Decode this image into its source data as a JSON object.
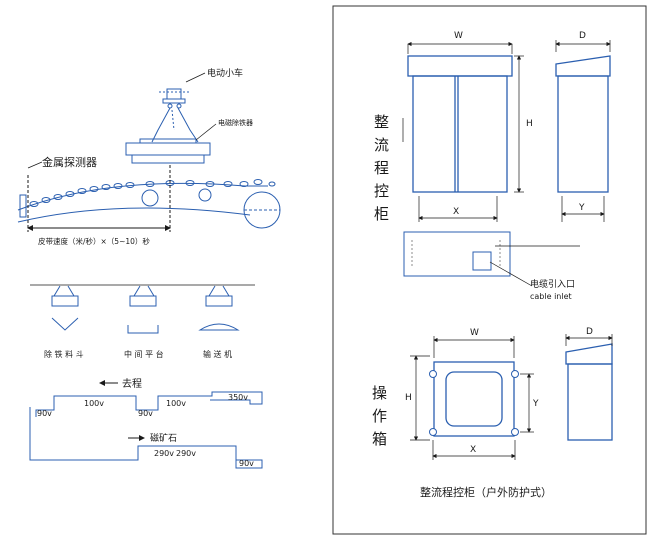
{
  "left": {
    "trolley_label": "电动小车",
    "trolley_sub_label": "电磁除铁器",
    "detector_label": "金属探测器",
    "speed_formula": "皮带速度（米/秒）×（5~10）秒",
    "modes": [
      {
        "label": "除 铁 料 斗"
      },
      {
        "label": "中 间 平 台"
      },
      {
        "label": "输 送 机"
      }
    ],
    "timing": {
      "go_label": "去程",
      "return_label": "磁矿石",
      "v_90a": "90v",
      "v_100a": "100v",
      "v_90b": "90v",
      "v_100b": "100v",
      "v_350": "350v",
      "v_290a": "290v",
      "v_290b": "290v",
      "v_90c": "90v"
    }
  },
  "right": {
    "dim_w": "W",
    "dim_d": "D",
    "dim_h": "H",
    "dim_x": "X",
    "dim_y": "Y",
    "rectifier_title": [
      "整",
      "流",
      "程",
      "控",
      "柜"
    ],
    "cable_inlet_cn": "电缆引入口",
    "cable_inlet_en": "cable inlet",
    "operation_box_title": [
      "操",
      "作",
      "箱"
    ],
    "outdoor_caption": "整流程控柜（户外防护式）"
  },
  "colors": {
    "line": "#2b5fb0",
    "text": "#1a1a1a",
    "frame": "#333333"
  }
}
